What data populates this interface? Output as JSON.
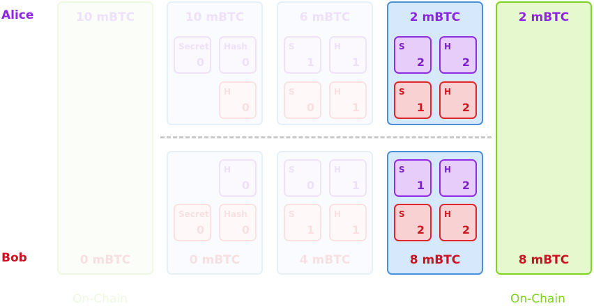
{
  "parties": {
    "alice": "Alice",
    "bob": "Bob"
  },
  "columns": [
    {
      "id": "onchain-left",
      "faded": true,
      "alice_amount": "10 mBTC",
      "bob_amount": "0 mBTC",
      "caption": "On-Chain"
    },
    {
      "id": "channel-state-1",
      "faded": true,
      "alice_amount": "10 mBTC",
      "bob_amount": "0 mBTC",
      "alice_cards": [
        {
          "label": "Secret",
          "value": "0",
          "color": "purple"
        },
        {
          "label": "Hash",
          "value": "0",
          "color": "purple"
        },
        {
          "label": "",
          "value": "",
          "color": "none"
        },
        {
          "label": "H",
          "value": "0",
          "color": "red"
        }
      ],
      "bob_cards": [
        {
          "label": "",
          "value": "",
          "color": "none"
        },
        {
          "label": "H",
          "value": "0",
          "color": "purple"
        },
        {
          "label": "Secret",
          "value": "0",
          "color": "red"
        },
        {
          "label": "Hash",
          "value": "0",
          "color": "red"
        }
      ]
    },
    {
      "id": "channel-state-2",
      "faded": true,
      "alice_amount": "6 mBTC",
      "bob_amount": "4 mBTC",
      "alice_cards": [
        {
          "label": "S",
          "value": "1",
          "color": "purple"
        },
        {
          "label": "H",
          "value": "1",
          "color": "purple"
        },
        {
          "label": "S",
          "value": "0",
          "color": "red"
        },
        {
          "label": "H",
          "value": "1",
          "color": "red"
        }
      ],
      "bob_cards": [
        {
          "label": "S",
          "value": "0",
          "color": "purple"
        },
        {
          "label": "H",
          "value": "1",
          "color": "purple"
        },
        {
          "label": "S",
          "value": "1",
          "color": "red"
        },
        {
          "label": "H",
          "value": "1",
          "color": "red"
        }
      ]
    },
    {
      "id": "channel-state-3",
      "faded": false,
      "alice_amount": "2 mBTC",
      "bob_amount": "8 mBTC",
      "alice_cards": [
        {
          "label": "S",
          "value": "2",
          "color": "purple"
        },
        {
          "label": "H",
          "value": "2",
          "color": "purple"
        },
        {
          "label": "S",
          "value": "1",
          "color": "red"
        },
        {
          "label": "H",
          "value": "2",
          "color": "red"
        }
      ],
      "bob_cards": [
        {
          "label": "S",
          "value": "1",
          "color": "purple"
        },
        {
          "label": "H",
          "value": "2",
          "color": "purple"
        },
        {
          "label": "S",
          "value": "2",
          "color": "red"
        },
        {
          "label": "H",
          "value": "2",
          "color": "red"
        }
      ]
    },
    {
      "id": "onchain-right",
      "faded": false,
      "alice_amount": "2 mBTC",
      "bob_amount": "8 mBTC",
      "caption": "On-Chain"
    }
  ],
  "colors": {
    "alice": "#8e24e6",
    "bob": "#cc1122",
    "onchain_border": "#7ed321",
    "onchain_fill": "#e6f9ce",
    "channel_border": "#4a90d9",
    "channel_fill": "#d6e8fb"
  }
}
